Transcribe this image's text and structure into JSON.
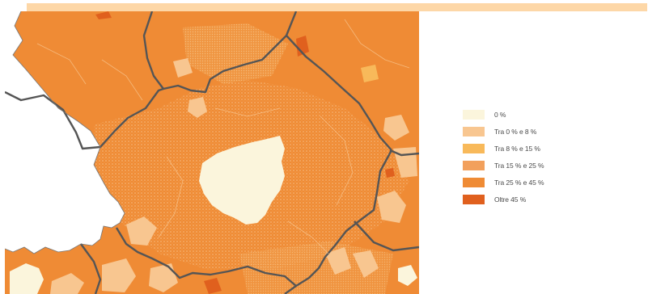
{
  "legend": {
    "items": [
      {
        "label": "0 %",
        "color": "#fbf5dc"
      },
      {
        "label": "Tra 0 % e 8 %",
        "color": "#f8c690"
      },
      {
        "label": "Tra 8 % e 15 %",
        "color": "#f8b95a"
      },
      {
        "label": "Tra 15 % e 25 %",
        "color": "#f2a05c"
      },
      {
        "label": "Tra 25 % e 45 %",
        "color": "#ef8b35"
      },
      {
        "label": "Oltre 45 %",
        "color": "#e0601e"
      }
    ]
  },
  "colors": {
    "water": "#ffffff",
    "base": "#ef8b35",
    "boundary": "#555555",
    "header_bar": "#fdd7a7"
  }
}
